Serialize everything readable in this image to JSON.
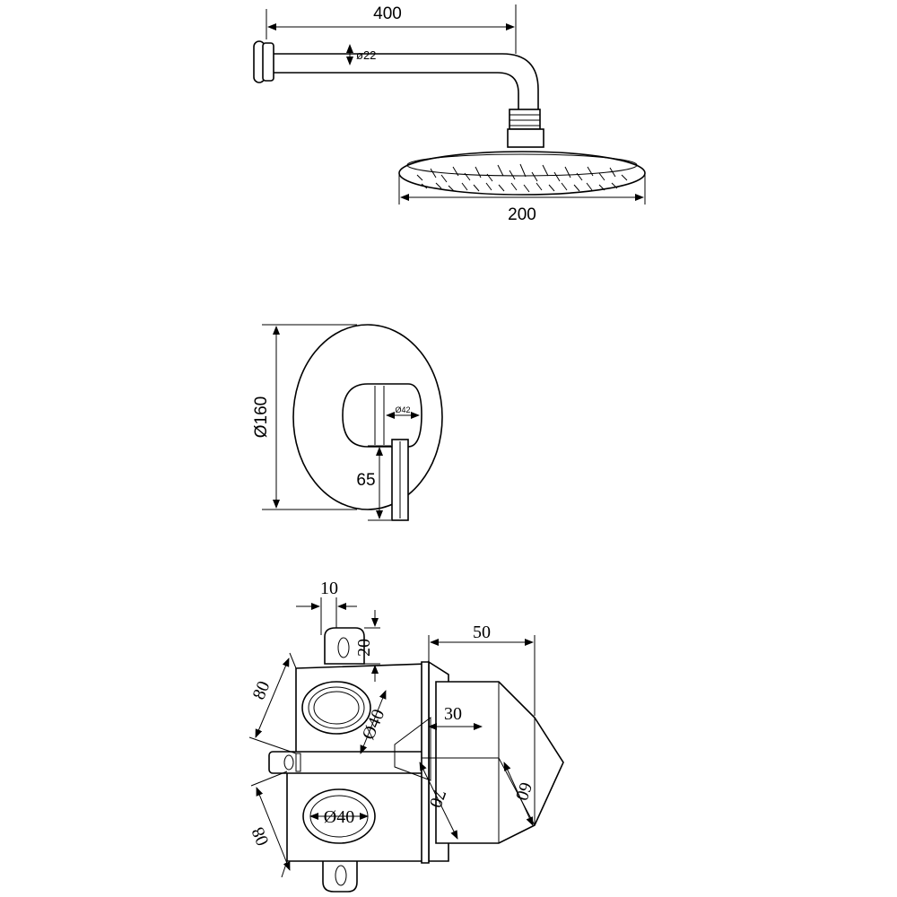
{
  "shower_arm": {
    "length_label": "400",
    "pipe_diameter_label": "ø22"
  },
  "shower_head": {
    "diameter_label": "200"
  },
  "mixer_plate": {
    "plate_diameter_label": "Ø160",
    "handle_diameter_label": "Ø42",
    "lever_length_label": "65"
  },
  "valve_body": {
    "flange_width_label": "10",
    "flange_height_label": "20",
    "body_depth_label": "80",
    "body_depth_label_2": "08",
    "outlet_top_label": "Ø40",
    "outlet_bottom_label": "Ø40",
    "cover_depth_label": "50",
    "spindle_label": "30",
    "cover_width_label": "70",
    "cover_height_label": "60"
  }
}
